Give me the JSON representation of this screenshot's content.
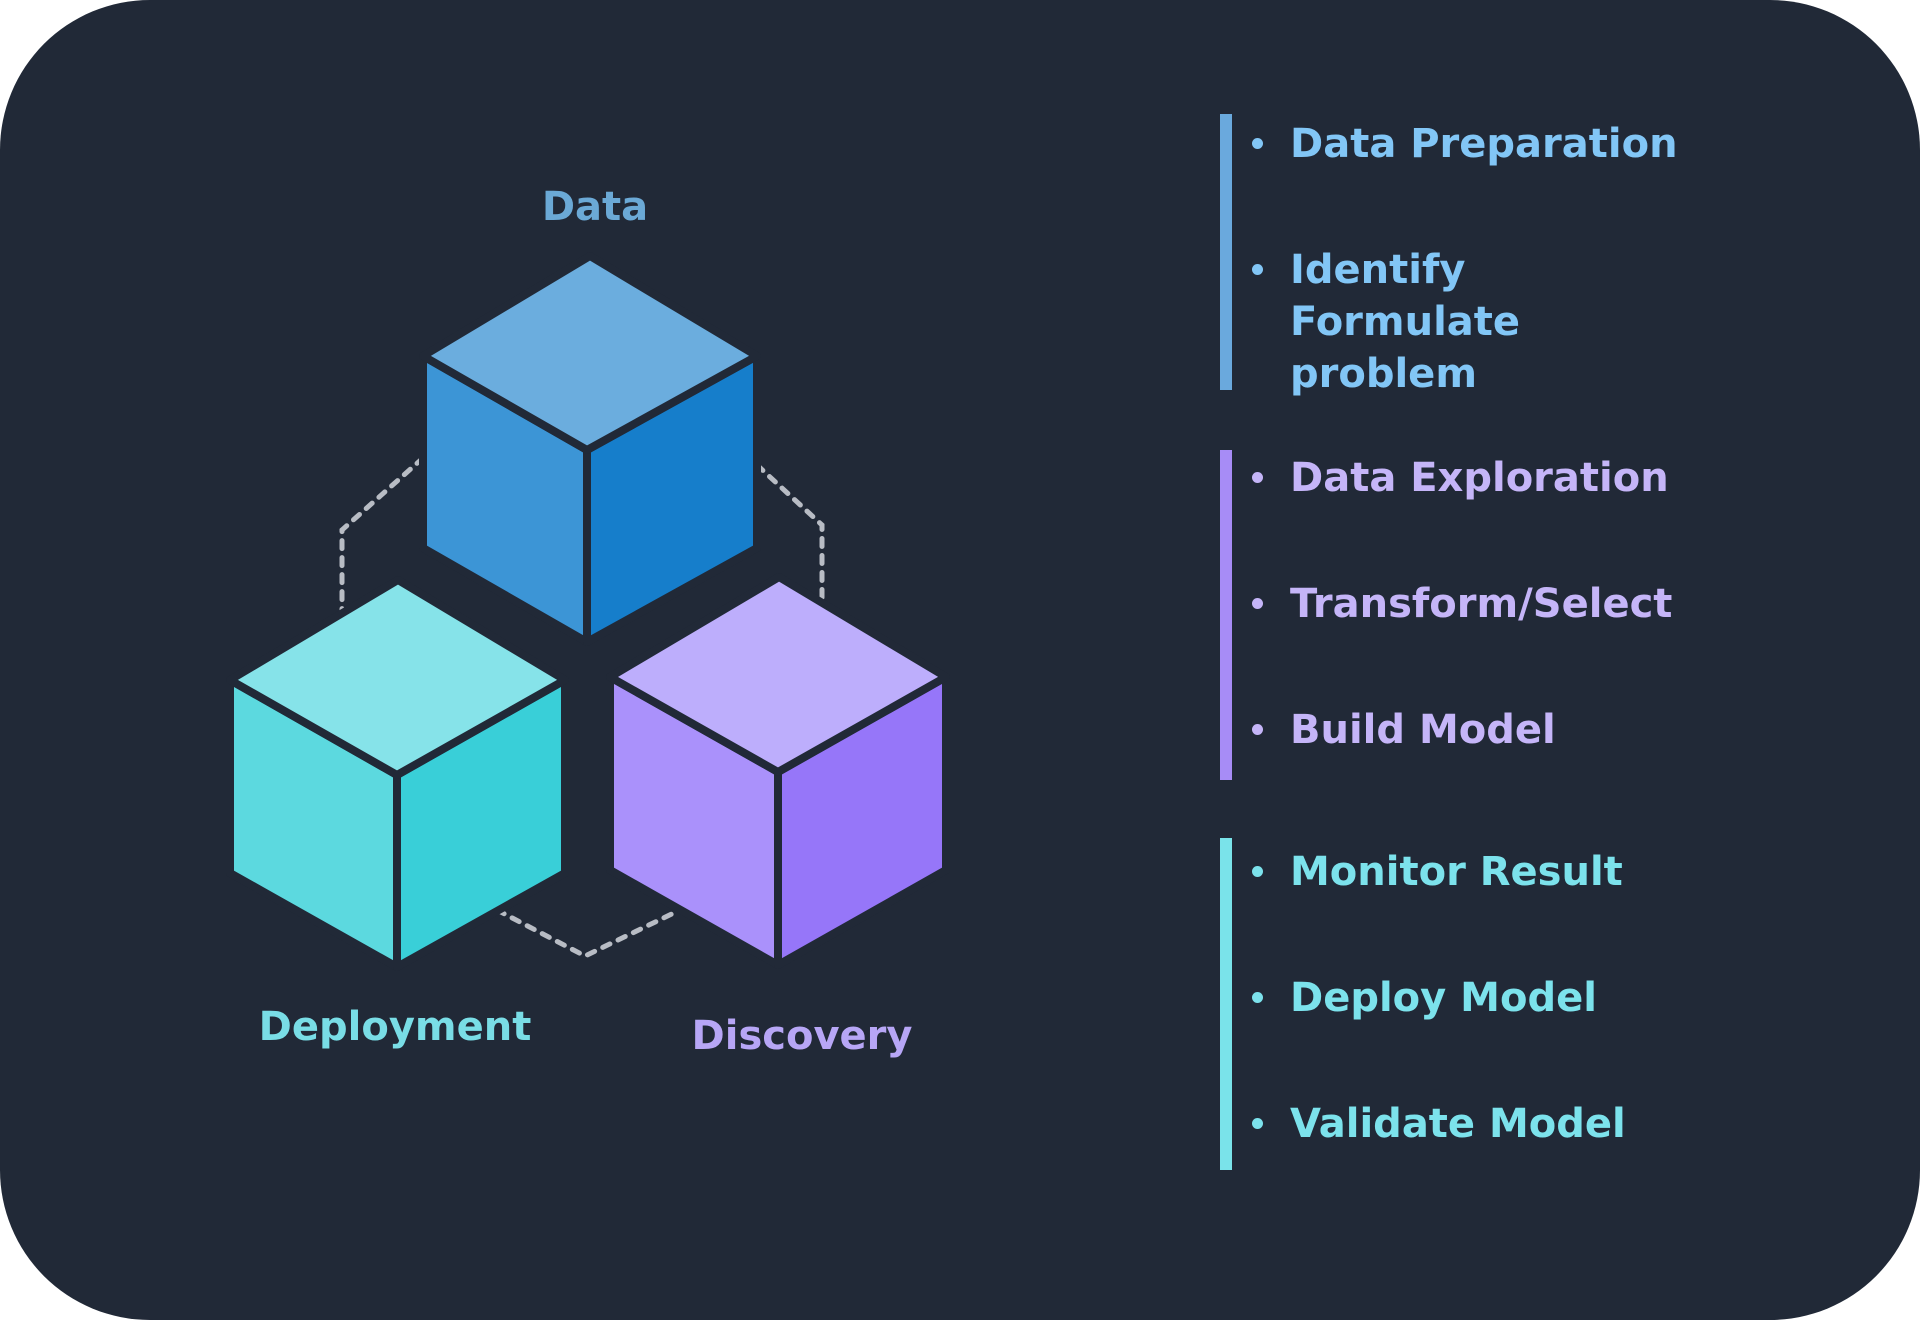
{
  "colors": {
    "background": "#212937",
    "data_blue": "#6baedd",
    "discovery_purple": "#b9a8f8",
    "deployment_cyan": "#79e0ea",
    "connector": "#b8bcc4",
    "cube_outline": "#212937"
  },
  "cubes": [
    {
      "id": "data",
      "label": "Data",
      "top_color": "#6badde",
      "left_color": "#3c95d6",
      "right_color": "#167ecb",
      "label_color": "#6ba9d6"
    },
    {
      "id": "deployment",
      "label": "Deployment",
      "top_color": "#86e3e9",
      "left_color": "#5cd9df",
      "right_color": "#39cfd8",
      "label_color": "#79dde6"
    },
    {
      "id": "discovery",
      "label": "Discovery",
      "top_color": "#bdaefc",
      "left_color": "#aa91fb",
      "right_color": "#9676f9",
      "label_color": "#b7a6f6"
    }
  ],
  "groups": [
    {
      "id": "data",
      "bar_color": "#6aa9dd",
      "text_color": "#82c6f6",
      "items": [
        "Data Preparation",
        "Identify\nFormulate problem"
      ]
    },
    {
      "id": "discovery",
      "bar_color": "#a78cf6",
      "text_color": "#c5b5f8",
      "items": [
        "Data Exploration",
        "Transform/Select",
        "Build Model"
      ]
    },
    {
      "id": "deployment",
      "bar_color": "#7ae3ea",
      "text_color": "#7ce2ec",
      "items": [
        "Monitor Result",
        "Deploy Model",
        "Validate Model"
      ]
    }
  ]
}
